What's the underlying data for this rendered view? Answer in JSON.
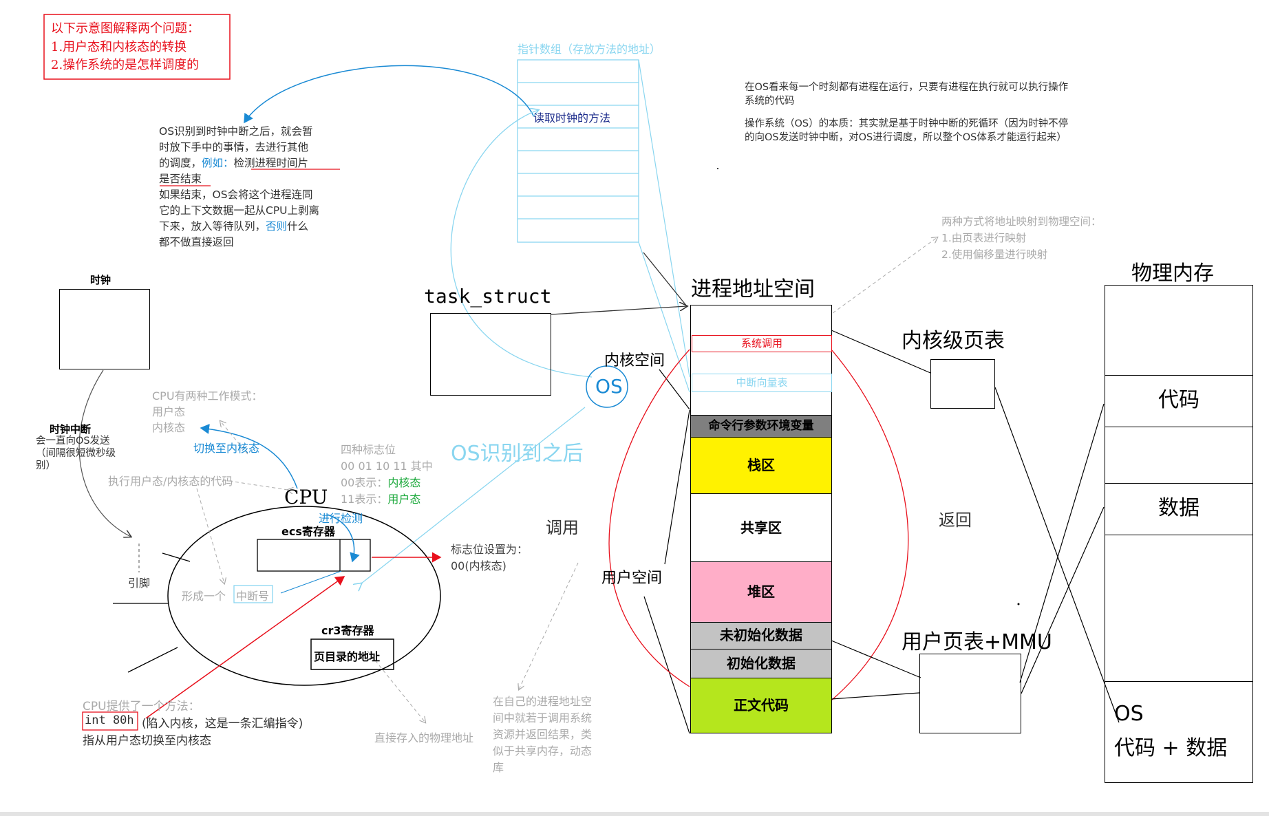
{
  "colors": {
    "red": "#e8101c",
    "blue": "#1a8ad4",
    "lightblue": "#8ad6f0",
    "gray": "#a0a0a0",
    "green": "#1aa83a",
    "yellow": "#fff200",
    "pink": "#ffaec8",
    "lightgray": "#c3c3c3",
    "darkgray": "#7f7f7f",
    "lime": "#b5e61d"
  },
  "intro": {
    "title": "以下示意图解释两个问题：",
    "q1": "1.用户态和内核态的转换",
    "q2": "2.操作系统的是怎样调度的"
  },
  "pointer_array": {
    "title": "指针数组（存放方法的地址）",
    "read_clock": "读取时钟的方法"
  },
  "os_clock_note": {
    "l1": "OS识别到时钟中断之后，就会暂",
    "l2": "时放下手中的事情，去进行其他",
    "l3a": "的调度，",
    "l3b": "例如：",
    "l3c": "检测进程时间片",
    "l4": "是否结束",
    "l5": "如果结束，OS会将这个进程连同",
    "l6": "它的上下文数据一起从CPU上剥离",
    "l7a": "下来，放入等待队列，",
    "l7b": "否则",
    "l7c": "什么",
    "l8": "都不做直接返回"
  },
  "os_view": {
    "l1": "在OS看来每一个时刻都有进程在运行，只要有进程在执行就可以执行操作",
    "l2": "系统的代码",
    "l3": "操作系统（OS）的本质：其实就是基于时钟中断的死循环（因为时钟不停",
    "l4": "的向OS发送时钟中断，对OS进行调度，所以整个OS体系才能运行起来）"
  },
  "mapping_note": {
    "l1": "两种方式将地址映射到物理空间：",
    "l2": "1.由页表进行映射",
    "l3": "2.使用偏移量进行映射"
  },
  "clock": {
    "label": "时钟",
    "interrupt_title": "时钟中断",
    "i1": "会一直向OS发送",
    "i2": "（间隔很短微秒级",
    "i3": "别）",
    "pin": "引脚"
  },
  "task_struct": {
    "label": "task_struct"
  },
  "os_circle": {
    "label": "OS"
  },
  "kernel_space_label": "内核空间",
  "user_space_label": "用户空间",
  "call_label": "调用",
  "return_label": "返回",
  "os_recognized": "OS识别到之后",
  "cpu_modes": {
    "l1": "CPU有两种工作模式：",
    "l2": "用户态",
    "l3": "内核态"
  },
  "switch_kernel": "切换至内核态",
  "exec_code": "执行用户态/内核态的代码",
  "flag_bits": {
    "l1": "四种标志位",
    "l2": "00  01  10  11  其中",
    "l3a": "00表示：",
    "l3b": "内核态",
    "l4a": "11表示：",
    "l4b": "用户态"
  },
  "cpu": {
    "label": "CPU",
    "check": "进行检测",
    "ecs": "ecs寄存器",
    "interrupt_num_a": "形成一个",
    "interrupt_num_b": "中断号",
    "cr3": "cr3寄存器",
    "page_dir": "页目录的地址"
  },
  "flag_set": {
    "l1": "标志位设置为：",
    "l2": "00(内核态)"
  },
  "int80": {
    "l1": "CPU提供了一个方法：",
    "code": "int 80h",
    "l2": "(陷入内核，这是一条汇编指令)",
    "l3": "指从用户态切换至内核态"
  },
  "direct_store": "直接存入的物理地址",
  "shared_note": {
    "l1": "在自己的进程地址空",
    "l2": "间中就若于调用系统",
    "l3": "资源并返回结果，类",
    "l4": "似于共享内存，动态",
    "l5": "库"
  },
  "address_space": {
    "title": "进程地址空间",
    "syscall": "系统调用",
    "ivt": "中断向量表",
    "cmdline": "命令行参数环境变量",
    "stack": "栈区",
    "shared": "共享区",
    "heap": "堆区",
    "bss": "未初始化数据",
    "data": "初始化数据",
    "text": "正文代码"
  },
  "kernel_page_table": "内核级页表",
  "user_page_table": "用户页表+MMU",
  "physical_memory": {
    "title": "物理内存",
    "code": "代码",
    "data": "数据",
    "os1": "OS",
    "os2": "代码  +  数据"
  }
}
